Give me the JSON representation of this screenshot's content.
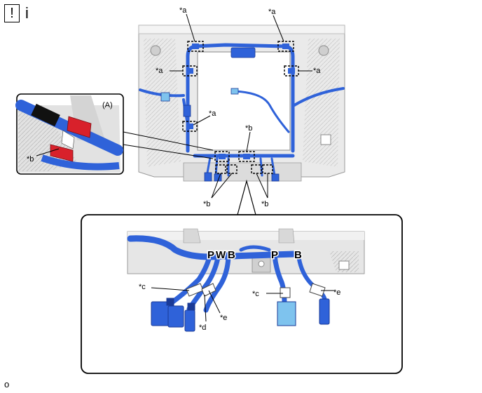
{
  "header": {
    "mark": "!",
    "letter": "i"
  },
  "callouts": {
    "a": "*a",
    "b": "*b",
    "c": "*c",
    "d": "*d",
    "e": "*e"
  },
  "view_label": "(A)",
  "wire_colors": {
    "p1": "P",
    "w": "W",
    "b1": "B",
    "p2": "P",
    "b2": "B"
  },
  "footer_code": "o",
  "colors": {
    "harness": "#2f62d9",
    "harness_dark": "#1a3a96",
    "clip": "#d8212b",
    "panel": "#e9e9e9",
    "line": "#000000"
  }
}
